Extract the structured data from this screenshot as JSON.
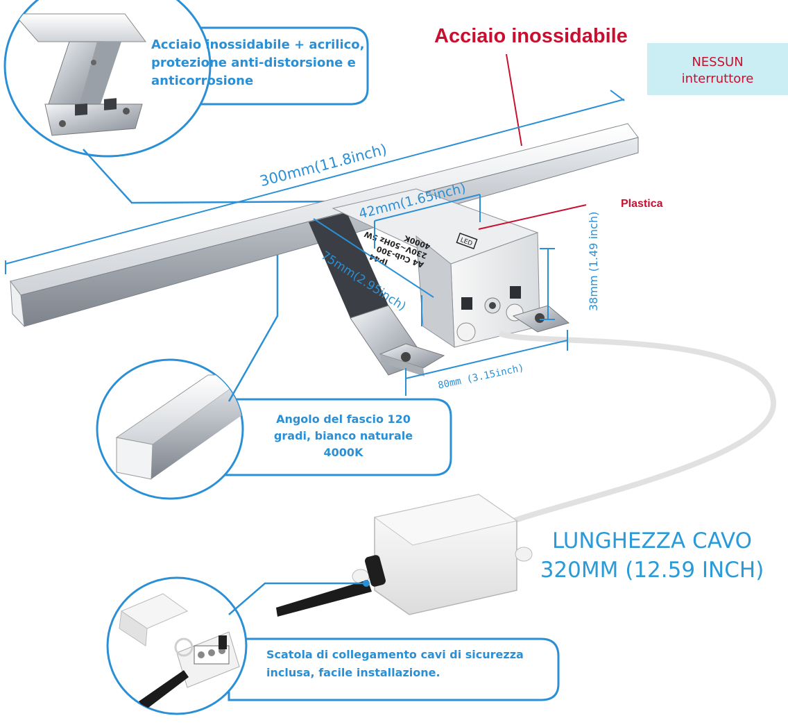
{
  "callouts": {
    "material": "Acciaio inossidabile + acrilico, protezione anti-distorsione e anticorrosione",
    "beam": "Angolo del fascio 120 gradi, bianco naturale 4000K",
    "junction_box": "Scatola di collegamento cavi di sicurezza inclusa, facile installazione."
  },
  "labels": {
    "stainless": "Acciaio inossidabile",
    "plastic": "Plastica",
    "no_switch_line1": "NESSUN",
    "no_switch_line2": "interruttore",
    "cable_line1": "LUNGHEZZA CAVO",
    "cable_line2": "320MM (12.59 INCH)"
  },
  "dimensions": {
    "length": "300mm(11.8inch)",
    "body_width": "42mm(1.65inch)",
    "depth": "75mm(2.95inch)",
    "height": "38mm (1.49 inch)",
    "base": "80mm (3.15inch)"
  },
  "product_markings": {
    "model": "A4 Cub-300",
    "rating": "230V~50Hz 5W",
    "color_temp": "4000K",
    "ip": "IP44",
    "led": "LED"
  },
  "colors": {
    "accent_blue": "#2a8fd4",
    "label_red": "#c8102e",
    "switch_box_bg": "#cbeef5"
  }
}
